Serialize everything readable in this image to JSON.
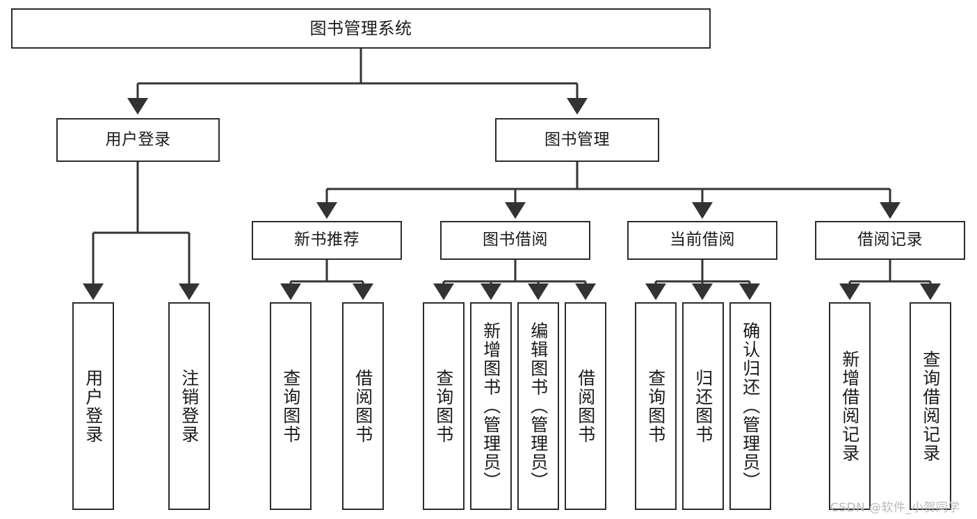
{
  "diagram": {
    "title": "图书管理系统",
    "type": "功能结构图",
    "watermark": "CSDN @软件_小贺同学",
    "colors": {
      "box_border": "#2b2b2b",
      "box_fill": "#ffffff",
      "connector": "#333333",
      "text": "#1a1a1a",
      "watermark": "#b9b9b9",
      "background": "#ffffff"
    },
    "levels": {
      "root": {
        "label": "图书管理系统"
      },
      "level2": [
        {
          "label": "用户登录"
        },
        {
          "label": "图书管理"
        }
      ],
      "level3": [
        {
          "label": "新书推荐"
        },
        {
          "label": "图书借阅"
        },
        {
          "label": "当前借阅"
        },
        {
          "label": "借阅记录"
        }
      ],
      "leaves": [
        {
          "label": "用户登录",
          "parent": "用户登录"
        },
        {
          "label": "注销登录",
          "parent": "用户登录"
        },
        {
          "label": "查询图书",
          "parent": "新书推荐"
        },
        {
          "label": "借阅图书",
          "parent": "新书推荐"
        },
        {
          "label": "查询图书",
          "parent": "图书借阅"
        },
        {
          "label": "新增图书（管理员）",
          "parent": "图书借阅"
        },
        {
          "label": "编辑图书（管理员）",
          "parent": "图书借阅"
        },
        {
          "label": "借阅图书",
          "parent": "图书借阅"
        },
        {
          "label": "查询图书",
          "parent": "当前借阅"
        },
        {
          "label": "归还图书",
          "parent": "当前借阅"
        },
        {
          "label": "确认归还（管理员）",
          "parent": "当前借阅"
        },
        {
          "label": "新增借阅记录",
          "parent": "借阅记录"
        },
        {
          "label": "查询借阅记录",
          "parent": "借阅记录"
        }
      ]
    }
  }
}
